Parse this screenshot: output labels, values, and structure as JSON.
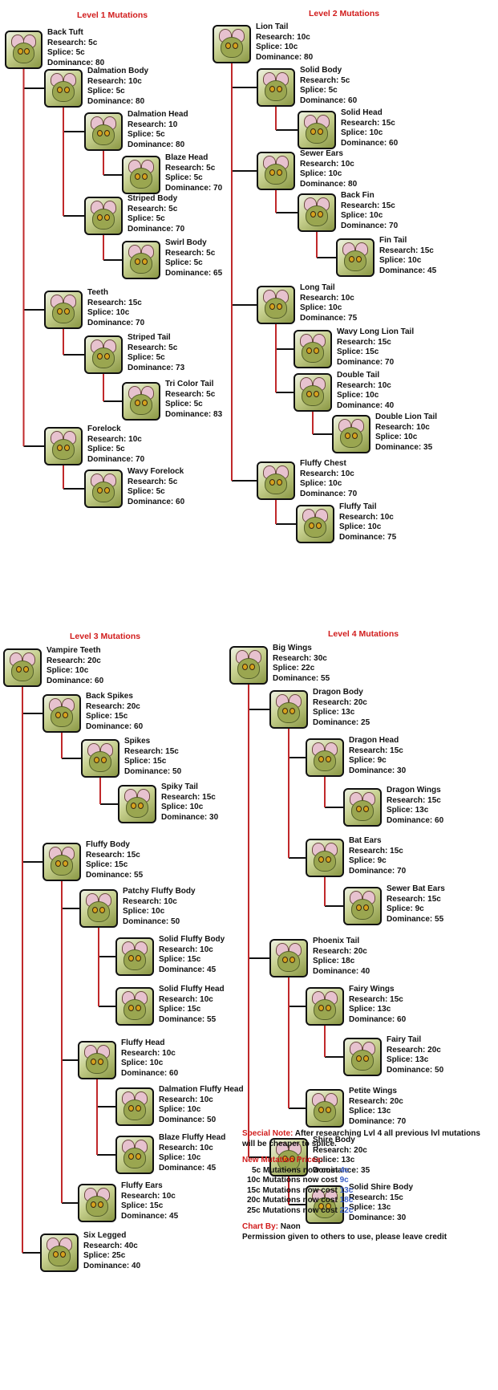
{
  "level_titles": [
    "Level  1 Mutations",
    "Level 2 Mutations",
    "Level 3 Mutations",
    "Level 4 Mutations"
  ],
  "mutations": [
    {
      "id": "l1-back-tuft",
      "name": "Back Tuft",
      "research": "Research: 5c",
      "splice": "Splice: 5c",
      "dominance": "Dominance: 80",
      "parent": null,
      "icon": "neopet-back-tuft-icon"
    },
    {
      "id": "l1-dalmation-body",
      "name": "Dalmation Body",
      "research": "Research: 10c",
      "splice": "Splice: 5c",
      "dominance": "Dominance: 80",
      "parent": "l1-back-tuft",
      "icon": "neopet-dalmation-body-icon"
    },
    {
      "id": "l1-dalmation-head",
      "name": "Dalmation Head",
      "research": "Research: 10",
      "splice": "Splice: 5c",
      "dominance": "Dominance: 80",
      "parent": "l1-dalmation-body",
      "icon": "neopet-dalmation-head-icon"
    },
    {
      "id": "l1-blaze-head",
      "name": "Blaze Head",
      "research": "Research: 5c",
      "splice": "Splice: 5c",
      "dominance": "Dominance: 70",
      "parent": "l1-dalmation-head",
      "icon": "neopet-blaze-head-icon"
    },
    {
      "id": "l1-striped-body",
      "name": "Striped Body",
      "research": "Research: 5c",
      "splice": "Splice: 5c",
      "dominance": "Dominance: 70",
      "parent": "l1-dalmation-body",
      "icon": "neopet-striped-body-icon"
    },
    {
      "id": "l1-swirl-body",
      "name": "Swirl Body",
      "research": "Research: 5c",
      "splice": "Splice: 5c",
      "dominance": "Dominance: 65",
      "parent": "l1-striped-body",
      "icon": "neopet-swirl-body-icon"
    },
    {
      "id": "l1-teeth",
      "name": "Teeth",
      "research": "Research: 15c",
      "splice": "Splice: 10c",
      "dominance": "Dominance: 70",
      "parent": "l1-back-tuft",
      "icon": "neopet-teeth-icon"
    },
    {
      "id": "l1-striped-tail",
      "name": "Striped Tail",
      "research": "Research: 5c",
      "splice": "Splice: 5c",
      "dominance": "Dominance: 73",
      "parent": "l1-teeth",
      "icon": "neopet-striped-tail-icon"
    },
    {
      "id": "l1-tri-color-tail",
      "name": "Tri Color Tail",
      "research": "Research: 5c",
      "splice": "Splice: 5c",
      "dominance": "Dominance: 83",
      "parent": "l1-striped-tail",
      "icon": "neopet-tri-color-tail-icon"
    },
    {
      "id": "l1-forelock",
      "name": "Forelock",
      "research": "Research: 10c",
      "splice": "Splice: 5c",
      "dominance": "Dominance: 70",
      "parent": "l1-back-tuft",
      "icon": "neopet-forelock-icon"
    },
    {
      "id": "l1-wavy-forelock",
      "name": "Wavy Forelock",
      "research": "Research: 5c",
      "splice": "Splice: 5c",
      "dominance": "Dominance: 60",
      "parent": "l1-forelock",
      "icon": "neopet-wavy-forelock-icon"
    },
    {
      "id": "l2-lion-tail",
      "name": "Lion Tail",
      "research": "Research: 10c",
      "splice": "Splice: 10c",
      "dominance": "Dominance: 80",
      "parent": null,
      "icon": "neopet-lion-tail-icon"
    },
    {
      "id": "l2-solid-body",
      "name": "Solid Body",
      "research": "Research: 5c",
      "splice": "Splice: 5c",
      "dominance": "Dominance: 60",
      "parent": "l2-lion-tail",
      "icon": "neopet-solid-body-icon"
    },
    {
      "id": "l2-solid-head",
      "name": "Solid Head",
      "research": "Research: 15c",
      "splice": "Splice: 10c",
      "dominance": "Dominance: 60",
      "parent": "l2-solid-body",
      "icon": "neopet-solid-head-icon"
    },
    {
      "id": "l2-sewer-ears",
      "name": "Sewer Ears",
      "research": "Research: 10c",
      "splice": "Splice: 10c",
      "dominance": "Dominance: 80",
      "parent": "l2-lion-tail",
      "icon": "neopet-sewer-ears-icon"
    },
    {
      "id": "l2-back-fin",
      "name": "Back Fin",
      "research": "Research: 15c",
      "splice": "Splice: 10c",
      "dominance": "Dominance: 70",
      "parent": "l2-sewer-ears",
      "icon": "neopet-back-fin-icon"
    },
    {
      "id": "l2-fin-tail",
      "name": "Fin Tail",
      "research": "Research: 15c",
      "splice": "Splice: 10c",
      "dominance": "Dominance: 45",
      "parent": "l2-back-fin",
      "icon": "neopet-fin-tail-icon"
    },
    {
      "id": "l2-long-tail",
      "name": "Long Tail",
      "research": "Research: 10c",
      "splice": "Splice: 10c",
      "dominance": "Dominance: 75",
      "parent": "l2-lion-tail",
      "icon": "neopet-long-tail-icon"
    },
    {
      "id": "l2-wavy-long-lion-tail",
      "name": "Wavy Long Lion Tail",
      "research": "Research: 15c",
      "splice": "Splice: 15c",
      "dominance": "Dominance: 70",
      "parent": "l2-long-tail",
      "icon": "neopet-wavy-long-lion-tail-icon"
    },
    {
      "id": "l2-double-tail",
      "name": "Double Tail",
      "research": "Research: 10c",
      "splice": "Splice: 10c",
      "dominance": "Dominance: 40",
      "parent": "l2-long-tail",
      "icon": "neopet-double-tail-icon"
    },
    {
      "id": "l2-double-lion-tail",
      "name": "Double Lion Tail",
      "research": "Research: 10c",
      "splice": "Splice: 10c",
      "dominance": "Dominance: 35",
      "parent": "l2-double-tail",
      "icon": "neopet-double-lion-tail-icon"
    },
    {
      "id": "l2-fluffy-chest",
      "name": "Fluffy Chest",
      "research": "Research: 10c",
      "splice": "Splice: 10c",
      "dominance": "Dominance: 70",
      "parent": "l2-lion-tail",
      "icon": "neopet-fluffy-chest-icon"
    },
    {
      "id": "l2-fluffy-tail",
      "name": "Fluffy Tail",
      "research": "Research: 10c",
      "splice": "Splice: 10c",
      "dominance": "Dominance: 75",
      "parent": "l2-fluffy-chest",
      "icon": "neopet-fluffy-tail-icon"
    },
    {
      "id": "l3-vampire-teeth",
      "name": "Vampire Teeth",
      "research": "Research: 20c",
      "splice": "Splice: 10c",
      "dominance": "Dominance: 60",
      "parent": null,
      "icon": "neopet-vampire-teeth-icon"
    },
    {
      "id": "l3-back-spikes",
      "name": "Back Spikes",
      "research": "Research: 20c",
      "splice": "Splice: 15c",
      "dominance": "Dominance: 60",
      "parent": "l3-vampire-teeth",
      "icon": "neopet-back-spikes-icon"
    },
    {
      "id": "l3-spikes",
      "name": "Spikes",
      "research": "Research: 15c",
      "splice": "Splice: 15c",
      "dominance": "Dominance: 50",
      "parent": "l3-back-spikes",
      "icon": "neopet-spikes-icon"
    },
    {
      "id": "l3-spiky-tail",
      "name": "Spiky Tail",
      "research": "Research: 15c",
      "splice": "Splice: 10c",
      "dominance": "Dominance: 30",
      "parent": "l3-spikes",
      "icon": "neopet-spiky-tail-icon"
    },
    {
      "id": "l3-fluffy-body",
      "name": "Fluffy Body",
      "research": "Research: 15c",
      "splice": "Splice: 15c",
      "dominance": "Dominance: 55",
      "parent": "l3-vampire-teeth",
      "icon": "neopet-fluffy-body-icon"
    },
    {
      "id": "l3-patchy-fluffy-body",
      "name": "Patchy Fluffy Body",
      "research": "Research: 10c",
      "splice": "Splice: 10c",
      "dominance": "Dominance: 50",
      "parent": "l3-fluffy-body",
      "icon": "neopet-patchy-fluffy-body-icon"
    },
    {
      "id": "l3-solid-fluffy-body",
      "name": "Solid Fluffy Body",
      "research": "Research: 10c",
      "splice": "Splice: 15c",
      "dominance": "Dominance: 45",
      "parent": "l3-patchy-fluffy-body",
      "icon": "neopet-solid-fluffy-body-icon"
    },
    {
      "id": "l3-solid-fluffy-head",
      "name": "Solid Fluffy Head",
      "research": "Research: 10c",
      "splice": "Splice: 15c",
      "dominance": "Dominance: 55",
      "parent": "l3-patchy-fluffy-body",
      "icon": "neopet-solid-fluffy-head-icon"
    },
    {
      "id": "l3-fluffy-head",
      "name": "Fluffy Head",
      "research": "Research: 10c",
      "splice": "Splice: 10c",
      "dominance": "Dominance: 60",
      "parent": "l3-fluffy-body",
      "icon": "neopet-fluffy-head-icon"
    },
    {
      "id": "l3-dalmation-fluffy-head",
      "name": "Dalmation Fluffy Head",
      "research": "Research: 10c",
      "splice": "Splice: 10c",
      "dominance": "Dominance: 50",
      "parent": "l3-fluffy-head",
      "icon": "neopet-dalmation-fluffy-head-icon"
    },
    {
      "id": "l3-blaze-fluffy-head",
      "name": "Blaze Fluffy Head",
      "research": "Research: 10c",
      "splice": "Splice: 10c",
      "dominance": "Dominance: 45",
      "parent": "l3-fluffy-head",
      "icon": "neopet-blaze-fluffy-head-icon"
    },
    {
      "id": "l3-fluffy-ears",
      "name": "Fluffy Ears",
      "research": "Research: 10c",
      "splice": "Splice: 15c",
      "dominance": "Dominance: 45",
      "parent": "l3-fluffy-body",
      "icon": "neopet-fluffy-ears-icon"
    },
    {
      "id": "l3-six-legged",
      "name": "Six Legged",
      "research": "Research: 40c",
      "splice": "Splice: 25c",
      "dominance": "Dominance: 40",
      "parent": "l3-vampire-teeth",
      "icon": "neopet-six-legged-icon"
    },
    {
      "id": "l4-big-wings",
      "name": "Big Wings",
      "research": "Research: 30c",
      "splice": "Splice: 22c",
      "dominance": "Dominance: 55",
      "parent": null,
      "icon": "neopet-big-wings-icon"
    },
    {
      "id": "l4-dragon-body",
      "name": "Dragon Body",
      "research": "Research: 20c",
      "splice": "Splice: 13c",
      "dominance": "Dominance: 25",
      "parent": "l4-big-wings",
      "icon": "neopet-dragon-body-icon"
    },
    {
      "id": "l4-dragon-head",
      "name": "Dragon Head",
      "research": "Research: 15c",
      "splice": "Splice: 9c",
      "dominance": "Dominance: 30",
      "parent": "l4-dragon-body",
      "icon": "neopet-dragon-head-icon"
    },
    {
      "id": "l4-dragon-wings",
      "name": "Dragon Wings",
      "research": "Research: 15c",
      "splice": "Splice: 13c",
      "dominance": "Dominance: 60",
      "parent": "l4-dragon-head",
      "icon": "neopet-dragon-wings-icon"
    },
    {
      "id": "l4-bat-ears",
      "name": "Bat Ears",
      "research": "Research: 15c",
      "splice": "Splice: 9c",
      "dominance": "Dominance: 70",
      "parent": "l4-dragon-body",
      "icon": "neopet-bat-ears-icon"
    },
    {
      "id": "l4-sewer-bat-ears",
      "name": "Sewer Bat Ears",
      "research": "Research: 15c",
      "splice": "Splice: 9c",
      "dominance": "Dominance: 55",
      "parent": "l4-bat-ears",
      "icon": "neopet-sewer-bat-ears-icon"
    },
    {
      "id": "l4-phoenix-tail",
      "name": "Phoenix Tail",
      "research": "Research: 20c",
      "splice": "Splice: 18c",
      "dominance": "Dominance: 40",
      "parent": "l4-big-wings",
      "icon": "neopet-phoenix-tail-icon"
    },
    {
      "id": "l4-fairy-wings",
      "name": "Fairy Wings",
      "research": "Research: 15c",
      "splice": "Splice: 13c",
      "dominance": "Dominance: 60",
      "parent": "l4-phoenix-tail",
      "icon": "neopet-fairy-wings-icon"
    },
    {
      "id": "l4-fairy-tail",
      "name": "Fairy Tail",
      "research": "Research: 20c",
      "splice": "Splice: 13c",
      "dominance": "Dominance: 50",
      "parent": "l4-fairy-wings",
      "icon": "neopet-fairy-tail-icon"
    },
    {
      "id": "l4-petite-wings",
      "name": "Petite Wings",
      "research": "Research: 20c",
      "splice": "Splice: 13c",
      "dominance": "Dominance: 70",
      "parent": "l4-phoenix-tail",
      "icon": "neopet-petite-wings-icon"
    },
    {
      "id": "l4-shire-body",
      "name": "Shire Body",
      "research": "Research: 20c",
      "splice": "Splice: 13c",
      "dominance": "Dominance: 35",
      "parent": "l4-big-wings",
      "icon": "neopet-shire-body-icon"
    },
    {
      "id": "l4-solid-shire-body",
      "name": "Solid Shire Body",
      "research": "Research: 15c",
      "splice": "Splice: 13c",
      "dominance": "Dominance: 30",
      "parent": "l4-shire-body",
      "icon": "neopet-solid-shire-body-icon"
    }
  ],
  "notes": {
    "special_label": "Special Note:",
    "special_text": " After researching Lvl 4 all previous lvl mutations will be cheaper to splice.",
    "prices_title": "New Mutation Prices:",
    "prices": [
      {
        "prefix": "5c Mutations now cost ",
        "value": "4c"
      },
      {
        "prefix": "10c Mutations now cost ",
        "value": "9c"
      },
      {
        "prefix": "15c Mutations now cost ",
        "value": "13c"
      },
      {
        "prefix": "20c Mutations now cost ",
        "value": "18c"
      },
      {
        "prefix": "25c Mutations now cost ",
        "value": "22c"
      }
    ],
    "chart_by_label": "Chart By:",
    "chart_by_name": " Naon",
    "permission": "Permission given to others to use, please leave credit"
  },
  "colors": {
    "connector": "#c0282a",
    "title": "#d11c1c",
    "price": "#3a5fc8"
  }
}
